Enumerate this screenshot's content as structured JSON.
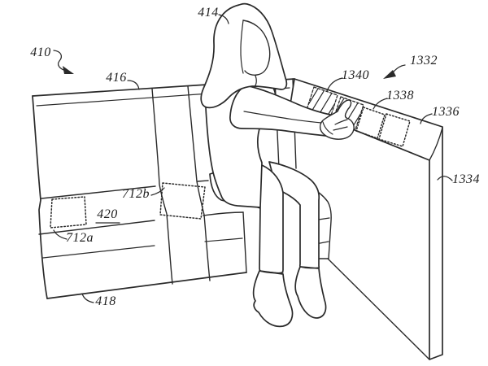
{
  "figure": {
    "background_color": "#ffffff",
    "line_color": "#2a2a2a",
    "description": "Patent-style line drawing: person seated on a bench seat touching a control strip with hatched and dotted display regions along the top rail of an adjacent side wall"
  },
  "labels": {
    "l410": {
      "text": "410"
    },
    "l414": {
      "text": "414"
    },
    "l416": {
      "text": "416"
    },
    "l418": {
      "text": "418"
    },
    "l420": {
      "text": "420"
    },
    "l712a": {
      "text": "712a"
    },
    "l712b": {
      "text": "712b"
    },
    "l1332": {
      "text": "1332"
    },
    "l1334": {
      "text": "1334"
    },
    "l1336": {
      "text": "1336"
    },
    "l1338": {
      "text": "1338"
    },
    "l1340": {
      "text": "1340"
    }
  }
}
